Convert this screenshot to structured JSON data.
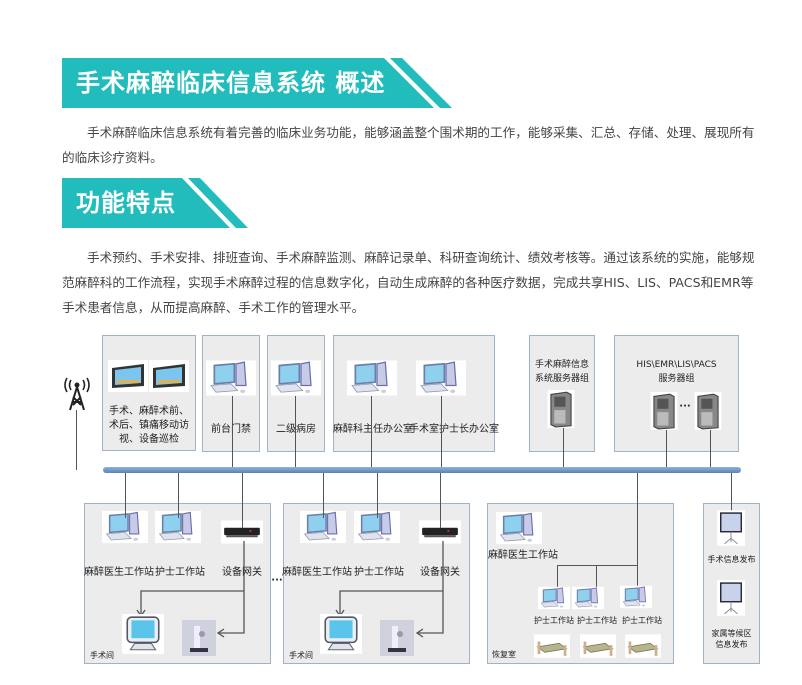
{
  "section1": {
    "title": "手术麻醉临床信息系统  概述",
    "text": "手术麻醉临床信息系统有着完善的临床业务功能，能够涵盖整个围术期的工作，能够采集、汇总、存储、处理、展现所有的临床诊疗资料。"
  },
  "section2": {
    "title": "功能特点",
    "text": "手术预约、手术安排、排班查询、手术麻醉监测、麻醉记录单、科研查询统计、绩效考核等。通过该系统的实施，能够规范麻醉科的工作流程，实现手术麻醉过程的信息数字化，自动生成麻醉的各种医疗数据，完成共享HIS、LIS、PACS和EMR等手术患者信息，从而提高麻醉、手术工作的管理水平。"
  },
  "diagram": {
    "mobile": {
      "line1": "手术、麻醉术前、",
      "line2": "术后、镇痛移动访",
      "line3": "视、设备巡检"
    },
    "front_desk": "前台门禁",
    "ward": "二级病房",
    "director_office": "麻醉科主任办公室",
    "head_nurse_office": "手术室护士长办公室",
    "anes_server": {
      "line1": "手术麻醉信息",
      "line2": "系统服务器组"
    },
    "his_server": {
      "line1": "HIS\\EMR\\LIS\\PACS",
      "line2": "服务器组"
    },
    "or_room": {
      "anes_ws": "麻醉医生工作站",
      "nurse_ws": "护士工作站",
      "gateway": "设备网关",
      "room": "手术间"
    },
    "ellipsis": "···",
    "recovery": {
      "anes_ws": "麻醉医生工作站",
      "nurse_ws": [
        "护士工作站",
        "护士工作站",
        "护士工作站"
      ],
      "room": "恢复室"
    },
    "publish": {
      "surgery_info": "手术信息发布",
      "family_line1": "家属等候区",
      "family_line2": "信息发布"
    }
  }
}
